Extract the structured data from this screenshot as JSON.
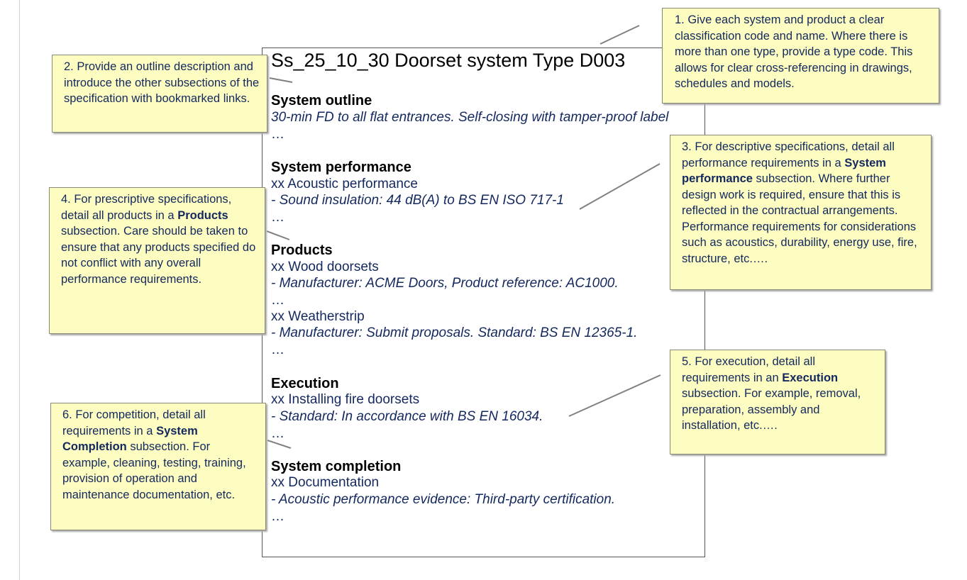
{
  "spec": {
    "title": "Ss_25_10_30 Doorset system Type D003",
    "sections": {
      "outline": {
        "heading": "System outline",
        "text": "30-min FD to all flat entrances. Self-closing with tamper-proof label",
        "more": "…"
      },
      "performance": {
        "heading": "System performance",
        "item": "xx Acoustic performance",
        "detail": "- Sound insulation: 44 dB(A) to BS EN ISO 717-1",
        "more": "…"
      },
      "products": {
        "heading": "Products",
        "item1": "xx Wood doorsets",
        "detail1": "- Manufacturer: ACME Doors, Product reference: AC1000.",
        "more1": "…",
        "item2": "xx Weatherstrip",
        "detail2": "- Manufacturer: Submit proposals. Standard: BS EN 12365-1.",
        "more2": "…"
      },
      "execution": {
        "heading": "Execution",
        "item": "xx Installing fire doorsets",
        "detail": "- Standard: In accordance with BS EN 16034.",
        "more": "…"
      },
      "completion": {
        "heading": "System completion",
        "item": "xx Documentation",
        "detail": "- Acoustic performance evidence: Third-party certification.",
        "more": "…"
      }
    }
  },
  "notes": {
    "n1": {
      "text": "1. Give each system and product a clear classification code and name. Where there is more than one type, provide a type code. This allows for clear cross-referencing in drawings, schedules and models."
    },
    "n2": {
      "text": "2. Provide an outline description and introduce the other subsections of the specification with bookmarked links."
    },
    "n3": {
      "before": "3. For descriptive specifications, detail all performance requirements in a ",
      "bold": "System performance",
      "after": " subsection. Where further design work is required, ensure that this is reflected in the contractual arrangements. Performance requirements for considerations such as acoustics, durability, energy use, fire, structure, etc.…."
    },
    "n4": {
      "before": "4. For prescriptive specifications, detail all products in a ",
      "bold": "Products",
      "after": " subsection. Care should be taken to ensure that any products specified do not conflict with any overall performance requirements."
    },
    "n5": {
      "before": "5. For execution, detail all requirements in an ",
      "bold": "Execution",
      "after": " subsection. For example, removal, preparation, assembly and installation, etc.…."
    },
    "n6": {
      "before": "6. For competition, detail all requirements in a ",
      "bold": "System Completion",
      "after": " subsection. For example, cleaning, testing, training, provision of operation and maintenance documentation, etc."
    }
  },
  "colors": {
    "note_fill": "#fdfdc1",
    "note_border": "#8a8a7a",
    "note_text": "#13285e",
    "body_text": "#13285e",
    "leader": "#808080"
  }
}
